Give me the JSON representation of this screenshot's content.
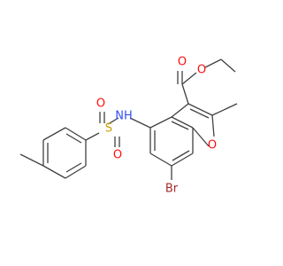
{
  "molecule": {
    "labels": {
      "O_ester_carbonyl": "O",
      "O_ester_ether": "O",
      "O_furan": "O",
      "NH": "NH",
      "S": "S",
      "O_sulfonyl_top": "O",
      "O_sulfonyl_bottom": "O",
      "Br": "Br"
    },
    "colors": {
      "carbon": "#404040",
      "oxygen": "#ff0d0d",
      "nitrogen": "#3050f8",
      "sulfur": "#c8a000",
      "bromine": "#a62929"
    }
  }
}
